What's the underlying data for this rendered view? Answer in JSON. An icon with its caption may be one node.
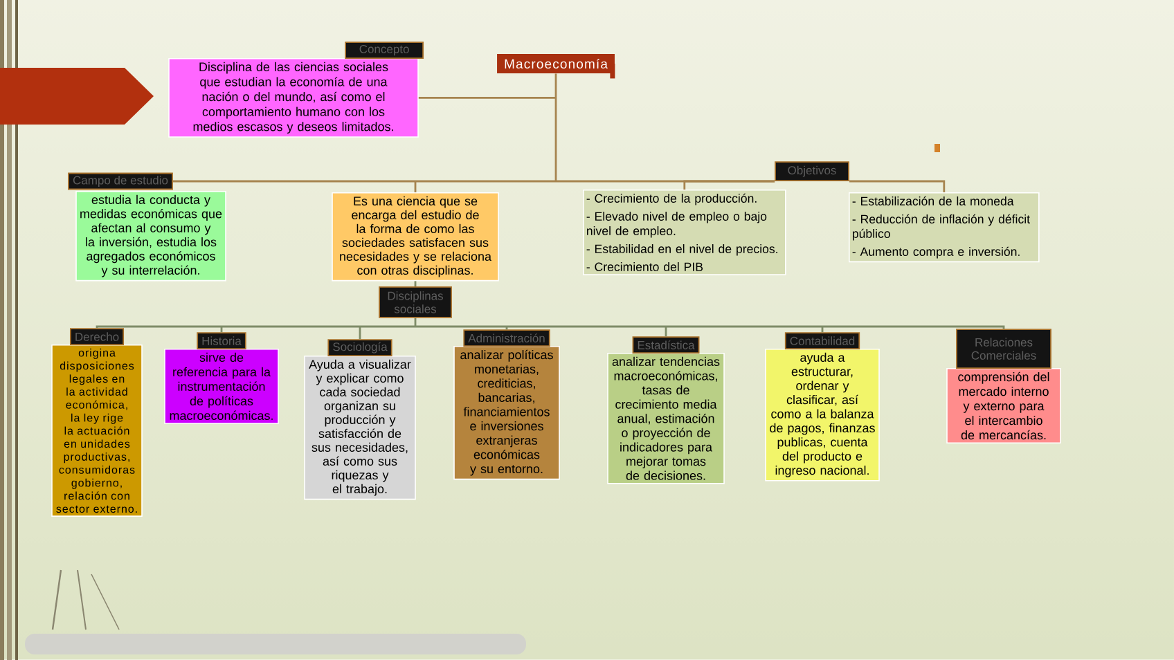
{
  "diagram": {
    "nodes": [
      {
        "text": [
          "Macroeconomía"
        ]
      },
      {
        "text": [
          "Concepto",
          "Disciplina de las ciencias sociales que estudian la economía de una nación o del mundo, así como el comportamiento humano con los medios escasos y deseos limitados."
        ]
      },
      {
        "text": [
          "Campo de estudio",
          "estudia la conducta y medidas económicas que afectan al consumo y la inversión, estudia los agregados económicos y su interrelación."
        ]
      },
      {
        "text": [
          "Es una ciencia que se encarga del estudio de la forma de como las sociedades satisfacen sus necesidades y se relaciona con otras disciplinas."
        ]
      },
      {
        "text": [
          "Disciplinas sociales"
        ]
      },
      {
        "text": [
          "Derecho",
          "origina disposiciones legales en la actividad económica, la ley rige la actuación en unidades productivas, consumidoras gobierno, relación con sector externo."
        ]
      },
      {
        "text": [
          "Historia",
          "sirve de referencia para la instrumentación de políticas macroeconómicas."
        ]
      },
      {
        "text": [
          "Sociología",
          "Ayuda a visualizar y explicar como cada sociedad organizan su producción y satisfacción de sus necesidades, así como sus riquezas y el trabajo."
        ]
      },
      {
        "text": [
          "Administración",
          "analizar políticas monetarias, crediticias, bancarias, financiamientos e inversiones extranjeras económicas y su entorno."
        ]
      },
      {
        "text": [
          "Estadística",
          "analizar tendencias macroeconómicas, tasas de crecimiento media anual, estimación o proyección de indicadores para mejorar tomas de decisiones."
        ]
      },
      {
        "text": [
          "Contabilidad",
          "ayuda a estructurar, ordenar y clasificar, así como a la balanza de pagos, finanzas publicas, cuenta del producto e ingreso nacional."
        ]
      },
      {
        "text": [
          "Relaciones Comerciales",
          "comprensión del mercado interno y externo para el intercambio de mercancías."
        ]
      },
      {
        "text": [
          "Objetivos"
        ]
      },
      {
        "text": [
          "- Crecimiento de la producción.",
          "- Elevado nivel de empleo o bajo nivel de empleo.",
          "- Estabilidad en el nivel de precios.",
          "- Crecimiento del PIB"
        ]
      },
      {
        "text": [
          "- Estabilización de la moneda",
          "- Reducción de inflación y déficit público",
          "- Aumento compra e inversión."
        ]
      }
    ],
    "edges": [
      {
        "from": 0,
        "to": 1,
        "arrow": "none",
        "color": "#a6844f"
      },
      {
        "from": 0,
        "to": 2,
        "arrow": "none",
        "color": "#a6844f"
      },
      {
        "from": 0,
        "to": 3,
        "arrow": "none",
        "color": "#a6844f"
      },
      {
        "from": 3,
        "to": 4,
        "arrow": "none"
      },
      {
        "from": 4,
        "to": 5,
        "arrow": "none"
      },
      {
        "from": 4,
        "to": 6,
        "arrow": "none"
      },
      {
        "from": 4,
        "to": 7,
        "arrow": "none"
      },
      {
        "from": 4,
        "to": 8,
        "arrow": "none"
      },
      {
        "from": 4,
        "to": 9,
        "arrow": "none"
      },
      {
        "from": 4,
        "to": 10,
        "arrow": "none"
      },
      {
        "from": 4,
        "to": 11,
        "arrow": "none"
      },
      {
        "from": 0,
        "to": 12,
        "arrow": "none",
        "color": "#a6844f"
      },
      {
        "from": 12,
        "to": 13,
        "arrow": "none",
        "color": "#a6844f"
      },
      {
        "from": 12,
        "to": 14,
        "arrow": "none",
        "color": "#a6844f"
      }
    ]
  }
}
